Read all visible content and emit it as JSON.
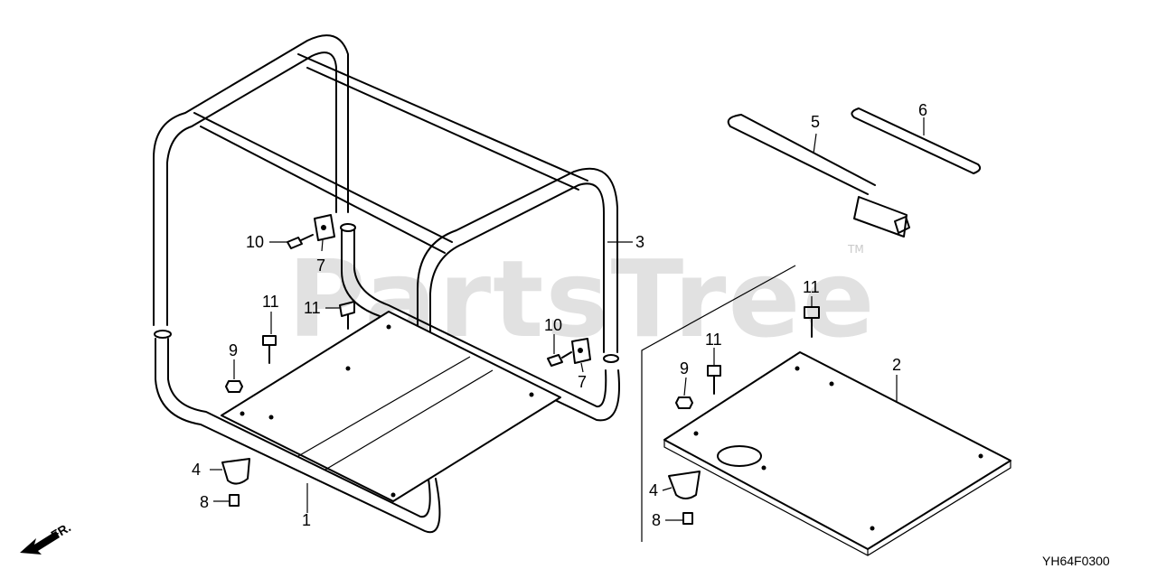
{
  "watermark": {
    "text": "PartsTree",
    "tm": "TM"
  },
  "diagram_code": "YH64F0300",
  "direction_label": "FR.",
  "callouts": {
    "c1": "1",
    "c2": "2",
    "c3": "3",
    "c4a": "4",
    "c4b": "4",
    "c5": "5",
    "c6": "6",
    "c7a": "7",
    "c7b": "7",
    "c8a": "8",
    "c8b": "8",
    "c9a": "9",
    "c9b": "9",
    "c10a": "10",
    "c10b": "10",
    "c11a": "11",
    "c11b": "11",
    "c11c": "11",
    "c11d": "11"
  }
}
